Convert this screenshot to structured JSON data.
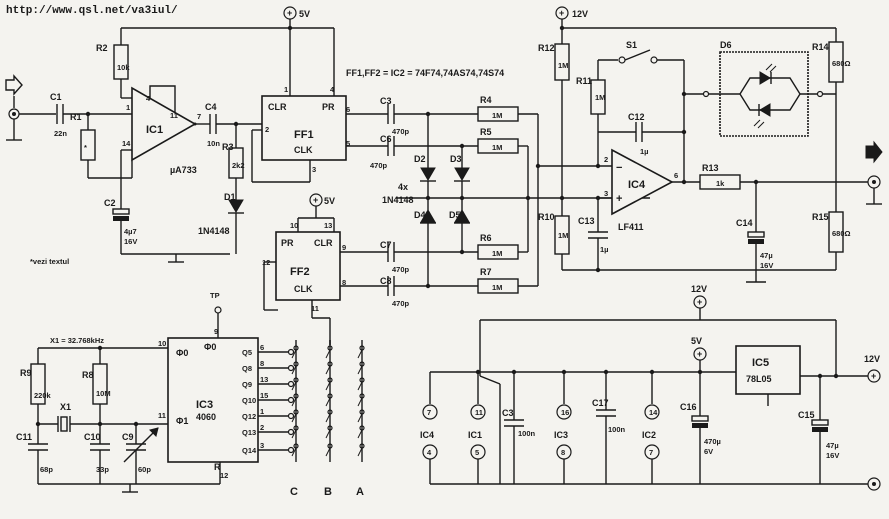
{
  "header": {
    "url": "http://www.qsl.net/va3iul/"
  },
  "note": "FF1,FF2 = IC2 = 74F74,74AS74,74S74",
  "footnote": "*vezi textul",
  "rails": {
    "v5a": "5V",
    "v5b": "5V",
    "v5c": "5V",
    "v12a": "12V",
    "v12b": "12V",
    "v12c": "12V"
  },
  "ics": {
    "ic1": {
      "name": "IC1",
      "type": "µA733"
    },
    "ff1": {
      "name": "FF1",
      "clr": "CLR",
      "pr": "PR",
      "clk": "CLK"
    },
    "ff2": {
      "name": "FF2",
      "clr": "CLR",
      "pr": "PR",
      "clk": "CLK"
    },
    "ic3": {
      "name": "IC3",
      "type": "4060",
      "phi0bar": "Φ0",
      "phi0": "Φ0",
      "phi1": "Φ1",
      "r": "R"
    },
    "ic4": {
      "name": "IC4",
      "type": "LF411"
    },
    "ic5": {
      "name": "IC5",
      "type": "78L05"
    }
  },
  "components": {
    "c1": {
      "ref": "C1",
      "val": "22n"
    },
    "r1": {
      "ref": "R1",
      "val": "*"
    },
    "r2": {
      "ref": "R2",
      "val": "10k"
    },
    "c2": {
      "ref": "C2",
      "val1": "4µ7",
      "val2": "16V"
    },
    "c4": {
      "ref": "C4",
      "val": "10n"
    },
    "r3": {
      "ref": "R3",
      "val": "2k2"
    },
    "d1": {
      "ref": "D1",
      "type": "1N4148"
    },
    "c3": {
      "ref": "C3",
      "val": "470p"
    },
    "c6": {
      "ref": "C6",
      "val": "470p"
    },
    "c7": {
      "ref": "C7",
      "val": "470p"
    },
    "c8": {
      "ref": "C8",
      "val": "470p"
    },
    "r4": {
      "ref": "R4",
      "val": "1M"
    },
    "r5": {
      "ref": "R5",
      "val": "1M"
    },
    "r6": {
      "ref": "R6",
      "val": "1M"
    },
    "r7": {
      "ref": "R7",
      "val": "1M"
    },
    "d2": {
      "ref": "D2"
    },
    "d3": {
      "ref": "D3"
    },
    "d4": {
      "ref": "D4"
    },
    "d5": {
      "ref": "D5"
    },
    "diodes4": {
      "count": "4x",
      "type": "1N4148"
    },
    "r12": {
      "ref": "R12",
      "val": "1M"
    },
    "r11": {
      "ref": "R11",
      "val": "1M"
    },
    "s1": {
      "ref": "S1"
    },
    "c12": {
      "ref": "C12",
      "val": "1µ"
    },
    "r10": {
      "ref": "R10",
      "val": "1M"
    },
    "c13": {
      "ref": "C13",
      "val": "1µ"
    },
    "d6": {
      "ref": "D6"
    },
    "r14": {
      "ref": "R14",
      "val": "680Ω"
    },
    "r15": {
      "ref": "R15",
      "val": "680Ω"
    },
    "r13": {
      "ref": "R13",
      "val": "1k"
    },
    "c14": {
      "ref": "C14",
      "val1": "47µ",
      "val2": "16V"
    },
    "x1": {
      "ref": "X1",
      "note": "X1 = 32.768kHz"
    },
    "r9": {
      "ref": "R9",
      "val": "220k"
    },
    "r8": {
      "ref": "R8",
      "val": "10M"
    },
    "c11": {
      "ref": "C11",
      "val": "68p"
    },
    "c10": {
      "ref": "C10",
      "val": "33p"
    },
    "c9": {
      "ref": "C9",
      "val": "60p"
    },
    "c3b": {
      "ref": "C3",
      "val": "100n"
    },
    "c17": {
      "ref": "C17",
      "val": "100n"
    },
    "c16": {
      "ref": "C16",
      "val1": "470µ",
      "val2": "6V"
    },
    "c15": {
      "ref": "C15",
      "val1": "47µ",
      "val2": "16V"
    },
    "tp": "TP"
  },
  "jumpers": {
    "a": "A",
    "b": "B",
    "c": "C"
  },
  "supply_pins": {
    "ic4": {
      "name": "IC4",
      "top": "7",
      "bot": "4"
    },
    "ic1": {
      "name": "IC1",
      "top": "11",
      "bot": "5"
    },
    "ic3": {
      "name": "IC3",
      "top": "16",
      "bot": "8"
    },
    "ic2": {
      "name": "IC2",
      "top": "14",
      "bot": "7"
    }
  },
  "ic3_pins": [
    "6",
    "8",
    "13",
    "15",
    "1",
    "2",
    "3"
  ],
  "ic3_outs": [
    "Q5",
    "Q8",
    "Q9",
    "Q10",
    "Q12",
    "Q13",
    "Q14"
  ],
  "pins": {
    "ic1": [
      "1",
      "14",
      "11",
      "4",
      "7"
    ],
    "ff1": [
      "2",
      "1",
      "4",
      "6",
      "5",
      "3"
    ],
    "ff2": [
      "10",
      "13",
      "12",
      "9",
      "8",
      "11"
    ],
    "ic3": [
      "10",
      "9",
      "11",
      "12"
    ],
    "ic4": [
      "2",
      "3",
      "6"
    ]
  },
  "opamp": {
    "minus": "−",
    "plus": "+"
  }
}
